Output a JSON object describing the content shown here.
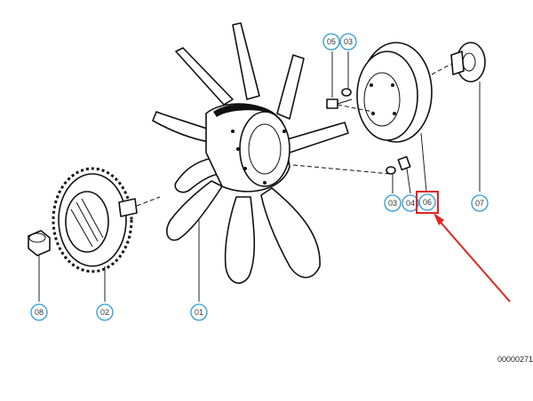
{
  "drawing_number": "00000271",
  "callouts": [
    {
      "id": "01",
      "label": "01"
    },
    {
      "id": "02",
      "label": "02"
    },
    {
      "id": "03a",
      "label": "03"
    },
    {
      "id": "03b",
      "label": "03"
    },
    {
      "id": "04",
      "label": "04"
    },
    {
      "id": "05",
      "label": "05"
    },
    {
      "id": "06",
      "label": "06",
      "highlighted": true
    },
    {
      "id": "07",
      "label": "07"
    },
    {
      "id": "08",
      "label": "08"
    }
  ],
  "colors": {
    "callout_ring": "#2e9bd6",
    "highlight_box": "#e32222",
    "arrow": "#e32222",
    "line_art": "#111111"
  }
}
